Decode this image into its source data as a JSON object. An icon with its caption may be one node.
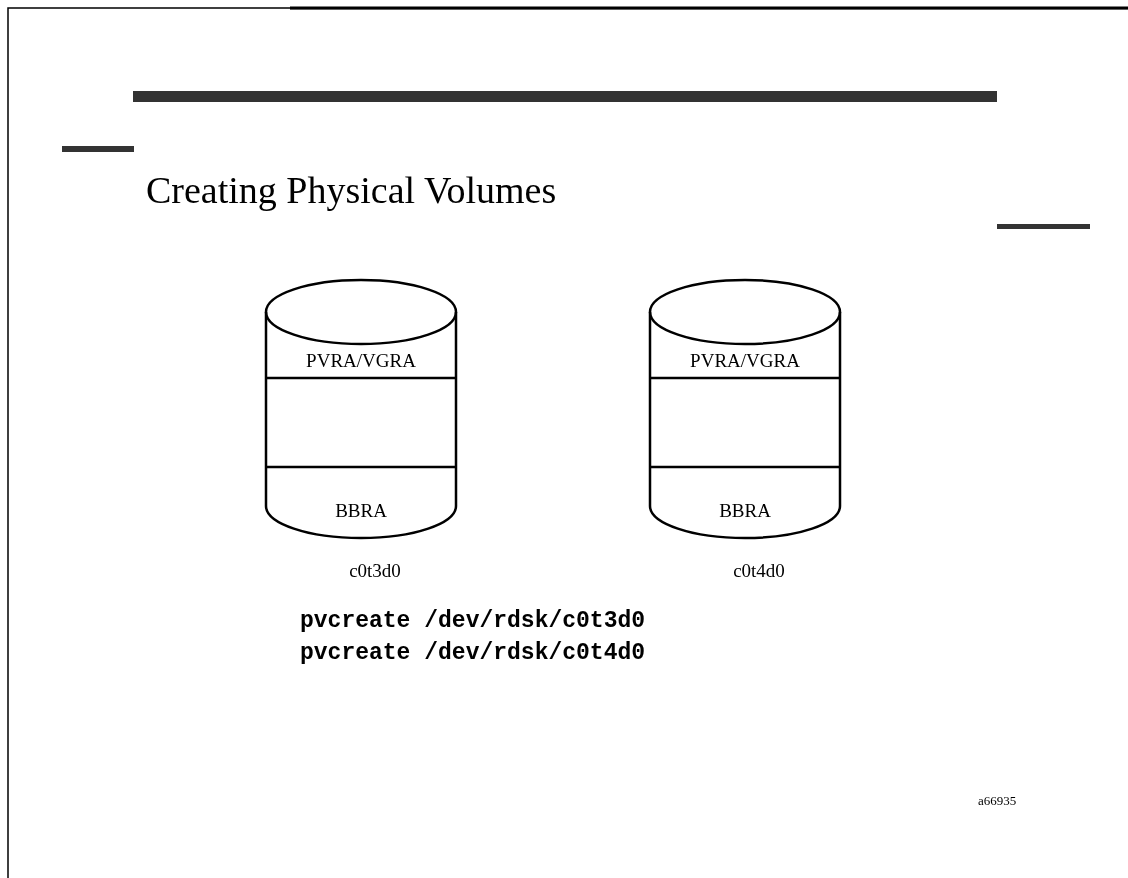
{
  "diagram": {
    "title": "Creating Physical Volumes",
    "nodes": [
      {
        "text": [
          "PVRA/VGRA",
          "BBRA"
        ],
        "beside": [
          "c0t3d0"
        ]
      },
      {
        "text": [
          "PVRA/VGRA",
          "BBRA"
        ],
        "beside": [
          "c0t4d0"
        ]
      }
    ],
    "labels": [
      "pvcreate /dev/rdsk/c0t3d0",
      "pvcreate /dev/rdsk/c0t4d0",
      "a66935"
    ]
  }
}
